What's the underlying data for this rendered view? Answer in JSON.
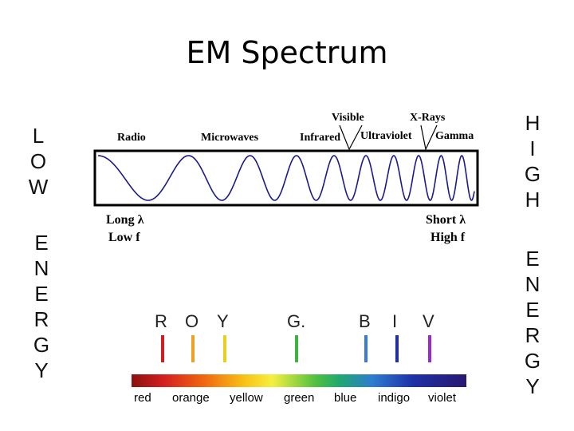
{
  "title": "EM Spectrum",
  "left_word_top": [
    "L",
    "O",
    "W"
  ],
  "left_word_bottom": [
    "E",
    "N",
    "E",
    "R",
    "G",
    "Y"
  ],
  "right_word_top": [
    "H",
    "I",
    "G",
    "H"
  ],
  "right_word_bottom": [
    "E",
    "N",
    "E",
    "R",
    "G",
    "Y"
  ],
  "bands": {
    "radio": "Radio",
    "microwaves": "Microwaves",
    "infrared": "Infrared",
    "visible": "Visible",
    "ultraviolet": "Ultraviolet",
    "xrays": "X-Rays",
    "gamma": "Gamma"
  },
  "left_labels": {
    "wavelength": "Long λ",
    "frequency": "Low f"
  },
  "right_labels": {
    "wavelength": "Short λ",
    "frequency": "High f"
  },
  "roygbiv": [
    {
      "letter": "R",
      "color": "#cc2020"
    },
    {
      "letter": "O",
      "color": "#f0a020"
    },
    {
      "letter": "Y",
      "color": "#e8d020"
    },
    {
      "letter": "G.",
      "color": "#40b040"
    },
    {
      "letter": "B",
      "color": "#3a7ad8"
    },
    {
      "letter": "I",
      "color": "#2030a0"
    },
    {
      "letter": "V",
      "color": "#9a2ad0"
    }
  ],
  "color_names": [
    "red",
    "orange",
    "yellow",
    "green",
    "blue",
    "indigo",
    "violet"
  ],
  "colors": {
    "wave": "#1a1a8c",
    "box_border": "#000000",
    "text": "#000000"
  }
}
